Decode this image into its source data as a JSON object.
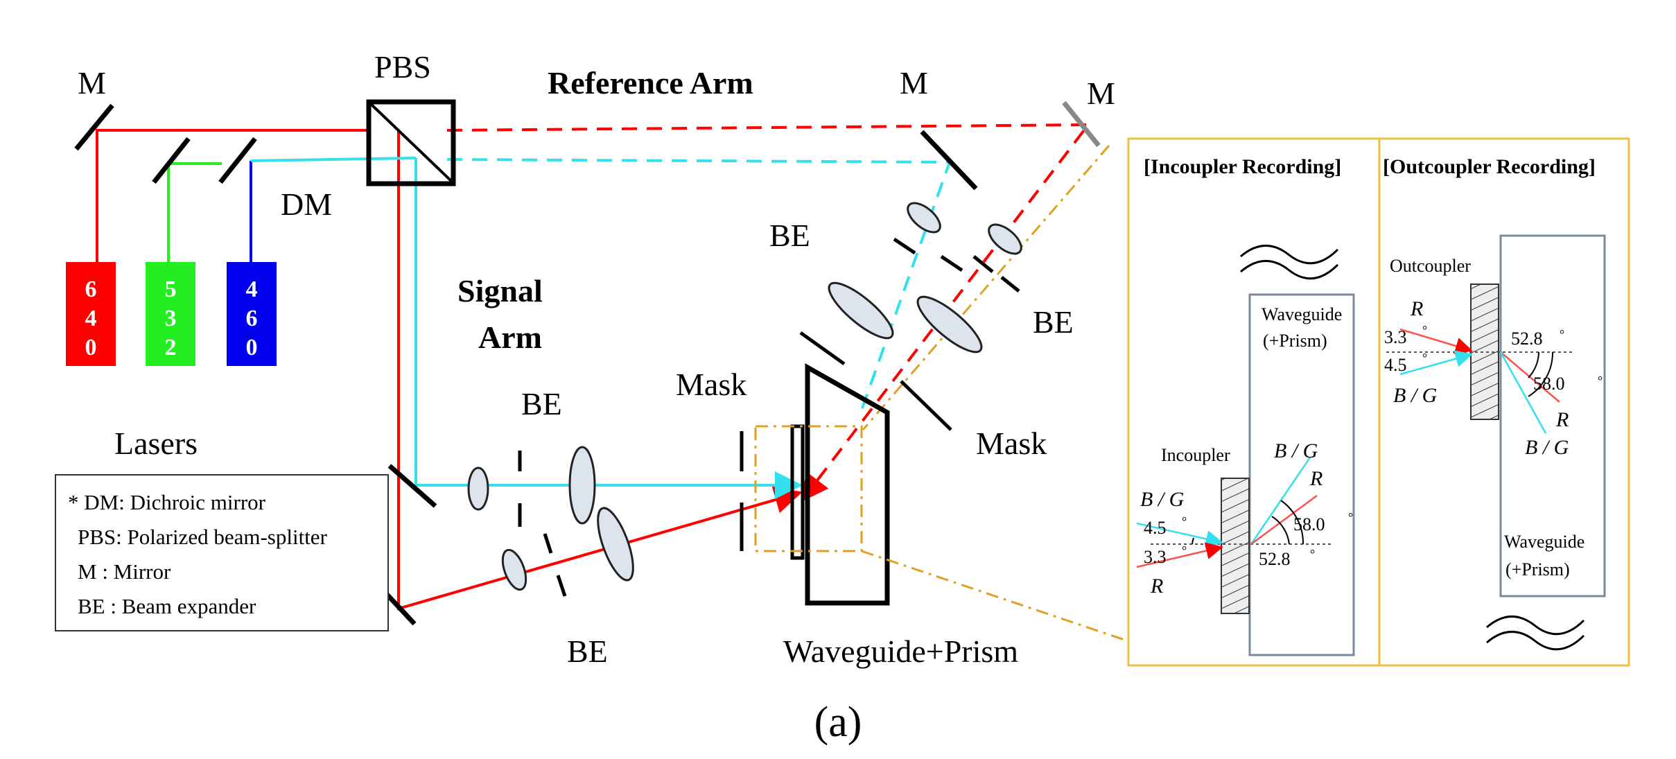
{
  "labels": {
    "m_left": "M",
    "pbs": "PBS",
    "reference_arm": "Reference Arm",
    "m_mid": "M",
    "m_right": "M",
    "dm": "DM",
    "be_upper": "BE",
    "be_right": "BE",
    "signal_arm_1": "Signal",
    "signal_arm_2": "Arm",
    "be_signal": "BE",
    "be_bottom": "BE",
    "mask_left": "Mask",
    "mask_right": "Mask",
    "lasers": "Lasers",
    "waveguide_prism": "Waveguide+Prism",
    "subfigure": "(a)"
  },
  "lasers": [
    {
      "color": "#ff0000",
      "digits": [
        "6",
        "4",
        "0"
      ]
    },
    {
      "color": "#22ee22",
      "digits": [
        "5",
        "3",
        "2"
      ]
    },
    {
      "color": "#0000ee",
      "digits": [
        "4",
        "6",
        "0"
      ]
    }
  ],
  "legend": [
    "* DM: Dichroic mirror",
    "PBS: Polarized beam-splitter",
    "M : Mirror",
    "BE : Beam expander"
  ],
  "inset": {
    "incoupler": {
      "title": "[Incoupler Recording]",
      "waveguide": "Waveguide",
      "prism": "(+Prism)",
      "element": "Incoupler",
      "bg_in": "B / G",
      "r_in": "R",
      "bg_out": "B / G",
      "r_out": "R",
      "a45": "4.5",
      "a33": "3.3",
      "a580": "58.0",
      "a528": "52.8",
      "deg": "°"
    },
    "outcoupler": {
      "title": "[Outcoupler Recording]",
      "element": "Outcoupler",
      "waveguide": "Waveguide",
      "prism": "(+Prism)",
      "r_in": "R",
      "bg_in": "B / G",
      "r_out": "R",
      "bg_out": "B / G",
      "a33": "3.3",
      "a45": "4.5",
      "a528": "52.8",
      "a580": "58.0",
      "deg": "°"
    }
  },
  "colors": {
    "red_beam": "#ff0000",
    "cyan_beam": "#33e0ee",
    "green_beam": "#22ee22",
    "blue_beam": "#0000ee",
    "lens_fill": "#dde4ee",
    "inset_border": "#f0c040",
    "link_line": "#e0a020"
  }
}
